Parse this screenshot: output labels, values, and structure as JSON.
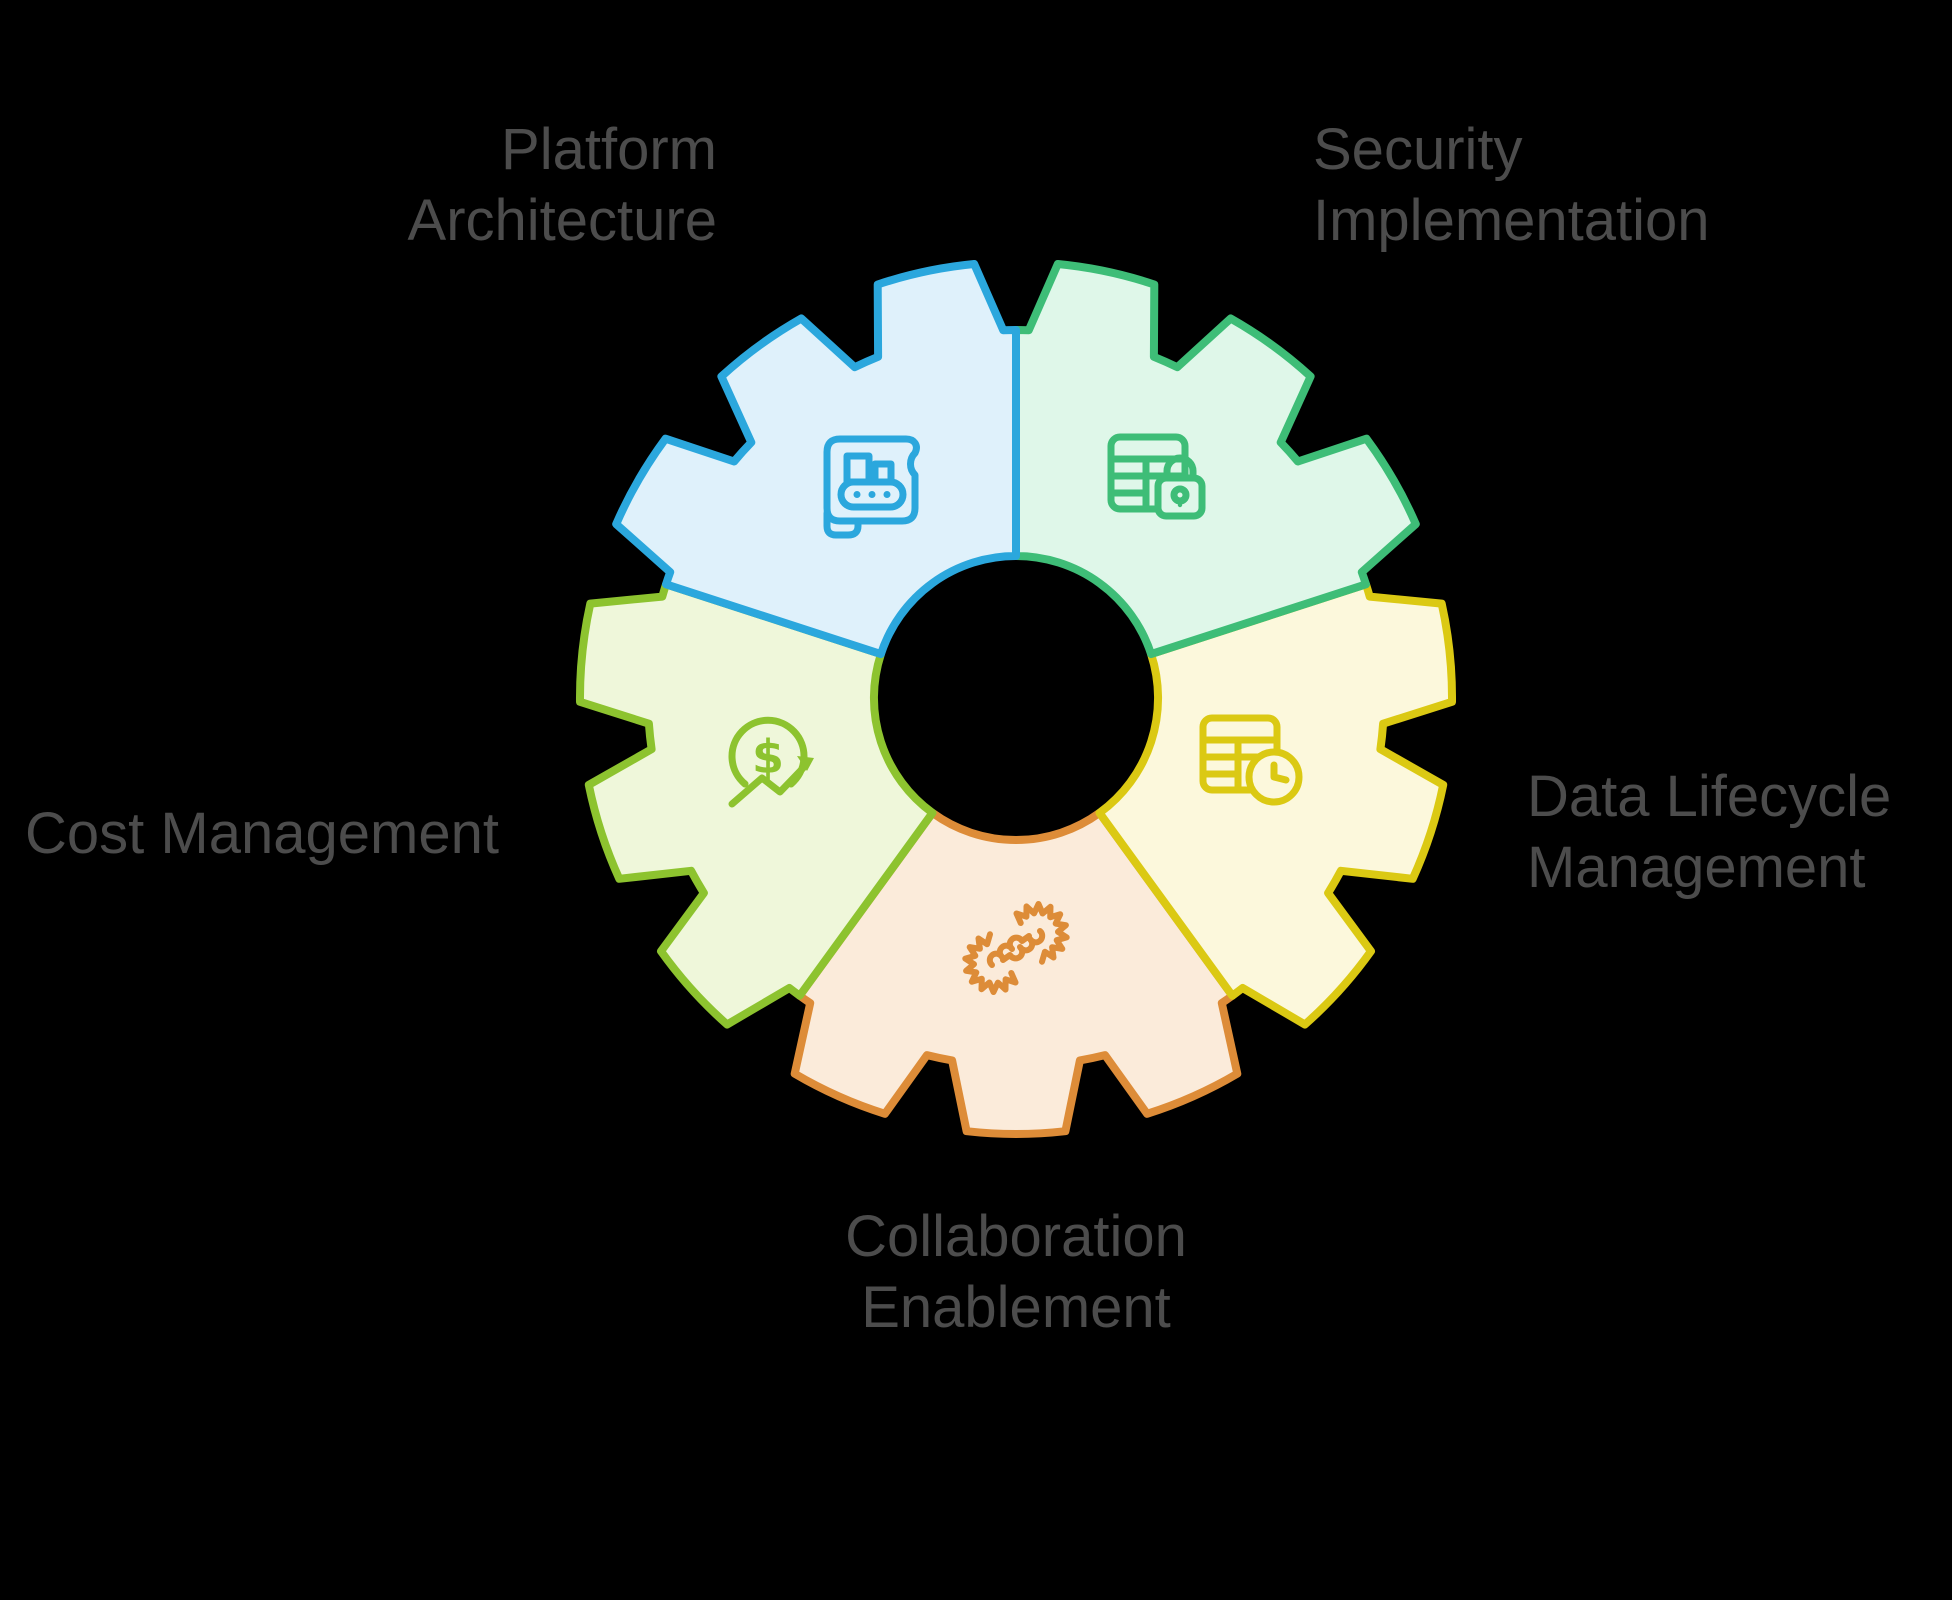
{
  "canvas": {
    "background": "#000000",
    "label_color": "#4c4c4c"
  },
  "diagram": {
    "type": "gear-segment-infographic",
    "segment_count": 5
  },
  "segments": [
    {
      "id": "platform",
      "label": "Platform Architecture",
      "label_line1": "Platform",
      "label_line2": "Architecture",
      "fill": "#dff1fb",
      "stroke": "#2ba7dd",
      "icon": "blueprint-conveyor-icon"
    },
    {
      "id": "security",
      "label": "Security Implementation",
      "label_line1": "Security",
      "label_line2": "Implementation",
      "fill": "#dff7e9",
      "stroke": "#3ebd77",
      "icon": "table-lock-icon"
    },
    {
      "id": "data_lifecycle",
      "label": "Data Lifecycle Management",
      "label_line1": "Data Lifecycle",
      "label_line2": "Management",
      "fill": "#fcf8dc",
      "stroke": "#dbc913",
      "icon": "table-clock-icon"
    },
    {
      "id": "collaboration",
      "label": "Collaboration Enablement",
      "label_line1": "Collaboration",
      "label_line2": "Enablement",
      "fill": "#fbebda",
      "stroke": "#dd8c38",
      "icon": "handshake-gears-icon"
    },
    {
      "id": "cost",
      "label": "Cost Management",
      "label_line1": "Cost Management",
      "fill": "#eff7da",
      "stroke": "#8dc32f",
      "icon": "dollar-growth-icon"
    }
  ],
  "icon_glyphs": {
    "dollar": "$"
  }
}
